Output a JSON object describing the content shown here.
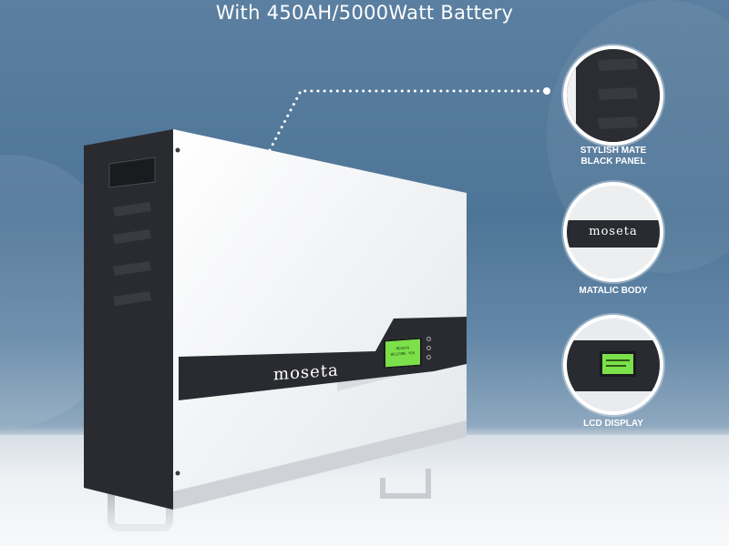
{
  "headline": "With 450AH/5000Watt Battery",
  "brand": "moseta",
  "lcd_text": [
    "MOSETA",
    "WELCOME YOU"
  ],
  "features": [
    {
      "label_line1": "STYLISH MATE",
      "label_line2": "BLACK PANEL",
      "icon": "black-panel-vents-icon"
    },
    {
      "label_line1": "MATALIC BODY",
      "label_line2": "",
      "icon": "metallic-body-logo-icon"
    },
    {
      "label_line1": "LCD DISPLAY",
      "label_line2": "",
      "icon": "lcd-display-icon"
    }
  ],
  "colors": {
    "background_blue": "#4e7597",
    "panel_black": "#2a2b30",
    "body_white": "#f4f5f6",
    "lcd_green": "#7be04a"
  }
}
